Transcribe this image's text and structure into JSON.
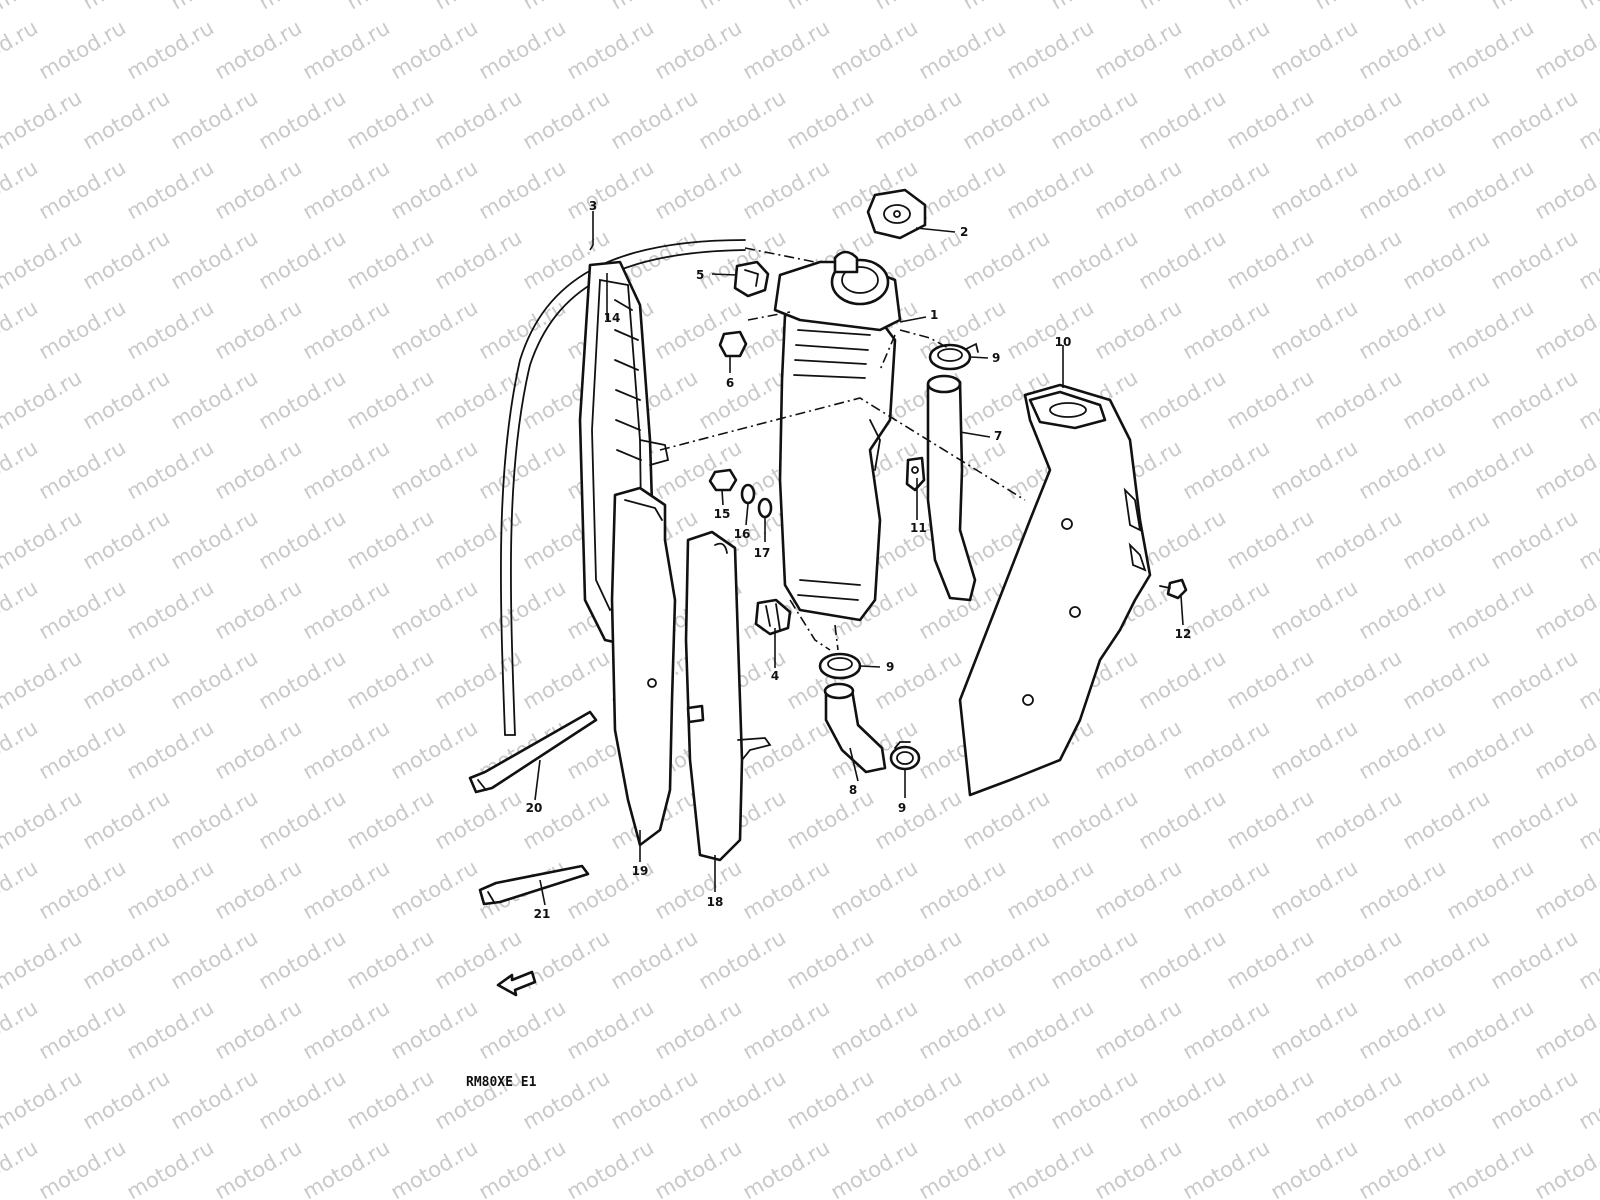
{
  "diagram": {
    "watermark_text": "motod.ru",
    "diagram_code": "RM80XE E1",
    "front_arrow_icon": "front-direction-arrow-icon",
    "callouts": [
      {
        "id": "1",
        "label": "1"
      },
      {
        "id": "2",
        "label": "2"
      },
      {
        "id": "3",
        "label": "3"
      },
      {
        "id": "4",
        "label": "4"
      },
      {
        "id": "5",
        "label": "5"
      },
      {
        "id": "6",
        "label": "6"
      },
      {
        "id": "7",
        "label": "7"
      },
      {
        "id": "8",
        "label": "8"
      },
      {
        "id": "9a",
        "label": "9"
      },
      {
        "id": "9b",
        "label": "9"
      },
      {
        "id": "9c",
        "label": "9"
      },
      {
        "id": "10",
        "label": "10"
      },
      {
        "id": "11",
        "label": "11"
      },
      {
        "id": "12",
        "label": "12"
      },
      {
        "id": "14",
        "label": "14"
      },
      {
        "id": "15",
        "label": "15"
      },
      {
        "id": "16",
        "label": "16"
      },
      {
        "id": "17",
        "label": "17"
      },
      {
        "id": "18",
        "label": "18"
      },
      {
        "id": "19",
        "label": "19"
      },
      {
        "id": "20",
        "label": "20"
      },
      {
        "id": "21",
        "label": "21"
      }
    ]
  }
}
